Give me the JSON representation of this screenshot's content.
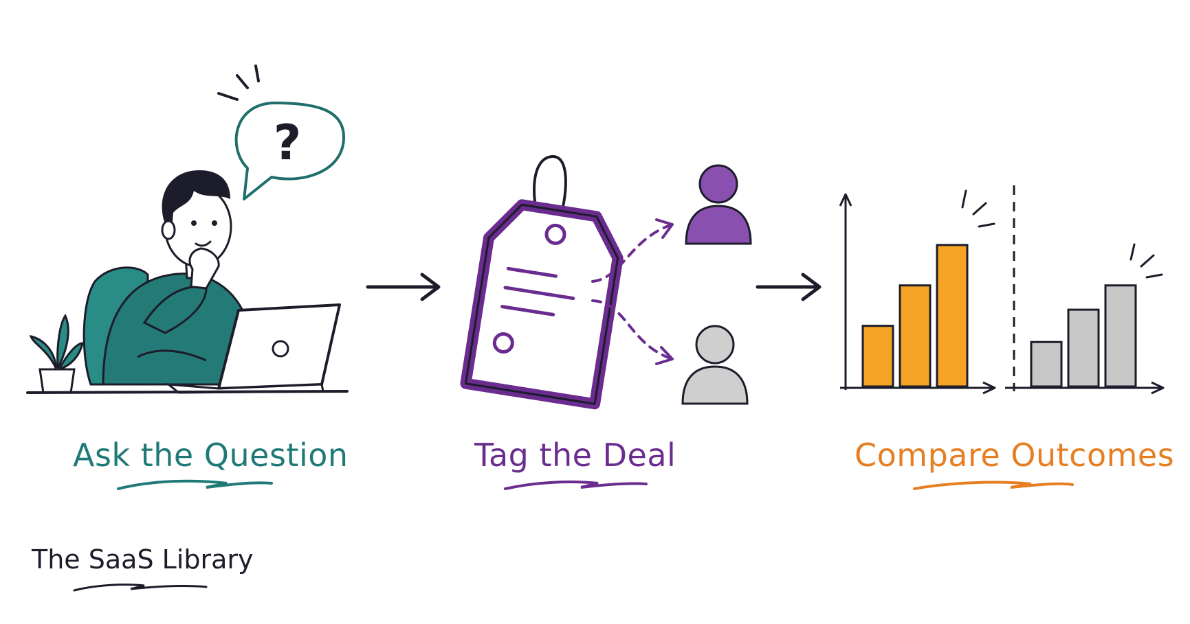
{
  "steps": [
    {
      "label": "Ask the Question",
      "color": "#1f7a77",
      "icon": "person-at-laptop-with-question-bubble"
    },
    {
      "label": "Tag the Deal",
      "color": "#6a2c8f",
      "icon": "price-tag-splitting-to-two-people"
    },
    {
      "label": "Compare Outcomes",
      "color": "#e67e22",
      "icon": "two-bar-charts"
    }
  ],
  "brand": {
    "text": "The SaaS Library",
    "color": "#1c1c2a"
  },
  "bubble_mark": "?",
  "chart_data": [
    {
      "type": "bar",
      "series": [
        {
          "values": [
            3,
            5,
            7
          ]
        }
      ],
      "color": "#f4a325",
      "ylim": [
        0,
        9
      ],
      "grid": false
    },
    {
      "type": "bar",
      "series": [
        {
          "values": [
            2.2,
            3.8,
            5
          ]
        }
      ],
      "color": "#c8c8c8",
      "ylim": [
        0,
        9
      ],
      "grid": false
    }
  ]
}
